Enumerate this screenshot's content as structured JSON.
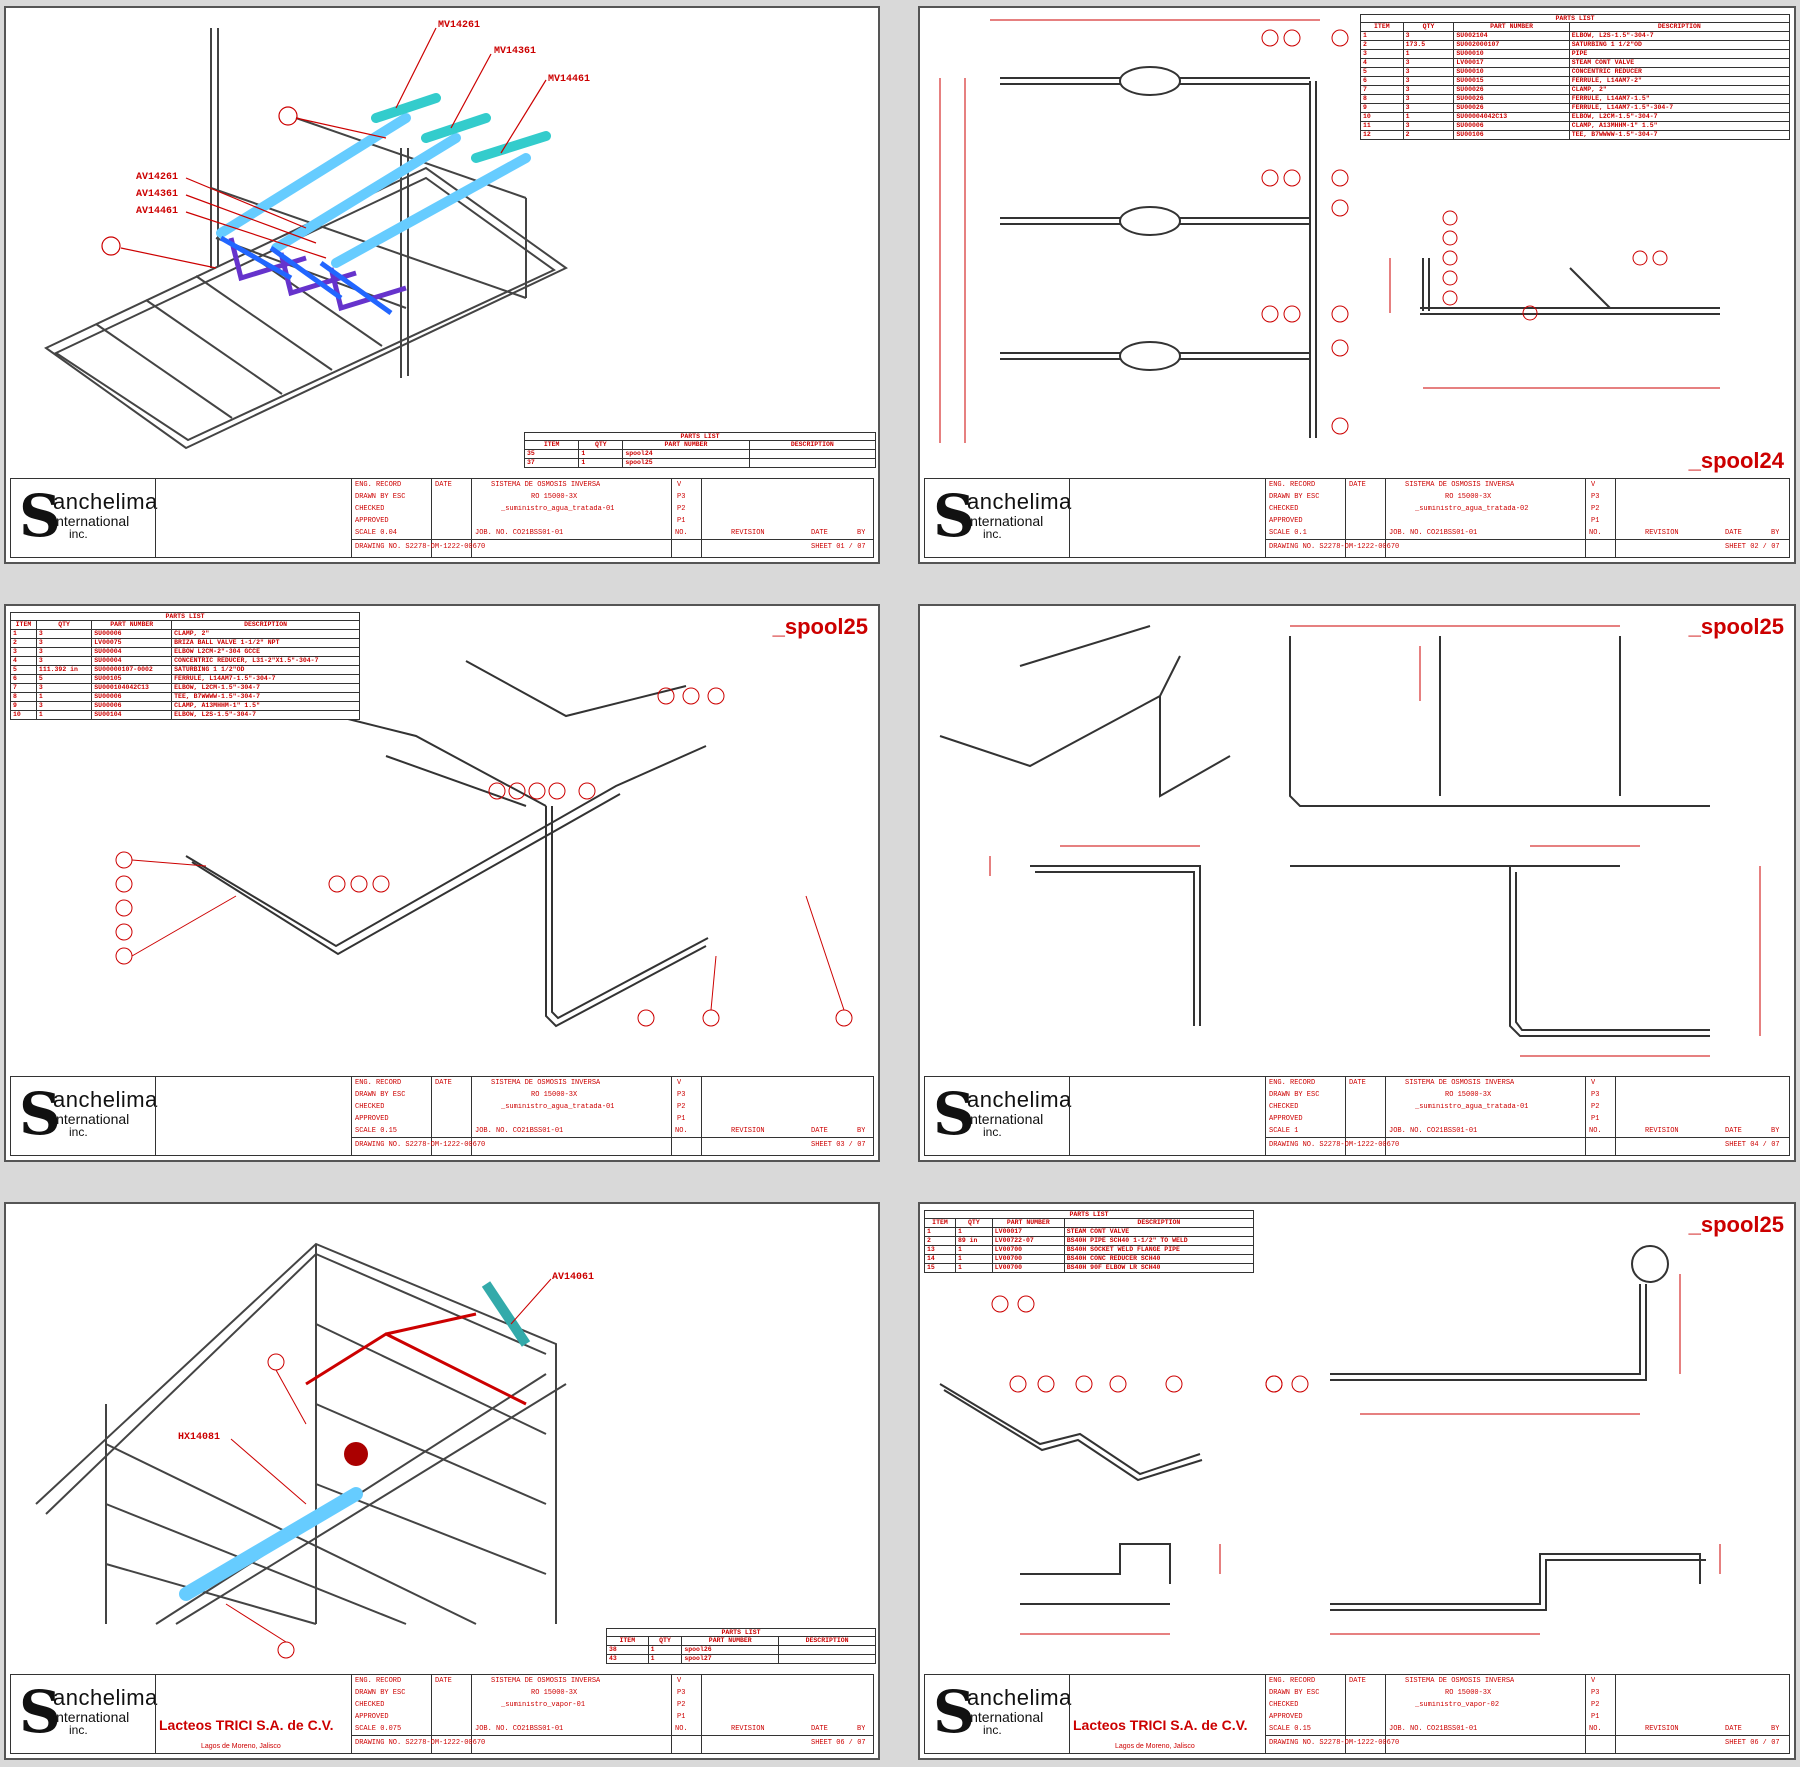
{
  "logo": {
    "letter": "S",
    "line1": "anchelima",
    "line2": "international",
    "line3": "inc."
  },
  "colors": {
    "red": "#cc0000",
    "cyan": "#33cccc",
    "blue": "#3399ff",
    "violet": "#6633cc",
    "frame": "#444444"
  },
  "titleblock": {
    "eng_record": "ENG. RECORD",
    "date": "DATE",
    "drawn_by": "DRAWN BY ESC",
    "checked": "CHECKED",
    "approved": "APPROVED",
    "system": "SISTEMA DE OSMOSIS INVERSA",
    "ro": "RO 15000-3X",
    "job_no": "JOB. NO. CO21BSS01-01",
    "drawing_no": "DRAWING NO. S2278-OM-1222-00670",
    "no": "NO.",
    "revision": "REVISION",
    "by": "BY",
    "rev_marks": [
      "V",
      "P3",
      "P2",
      "P1"
    ]
  },
  "sheets": [
    {
      "id": 1,
      "scale": "SCALE 0.04",
      "subtitle": "_suministro_agua_tratada-01",
      "sheet": "SHEET 01 / 07",
      "spool": "",
      "tags": [
        "MV14261",
        "MV14361",
        "MV14461",
        "AV14261",
        "AV14361",
        "AV14461"
      ],
      "parts": {
        "title": "PARTS LIST",
        "headers": [
          "ITEM",
          "QTY",
          "PART NUMBER",
          "DESCRIPTION"
        ],
        "rows": [
          [
            "35",
            "1",
            "spool24",
            ""
          ],
          [
            "37",
            "1",
            "spool25",
            ""
          ]
        ]
      }
    },
    {
      "id": 2,
      "scale": "SCALE 0.1",
      "subtitle": "_suministro_agua_tratada-02",
      "sheet": "SHEET 02 / 07",
      "spool": "_spool24",
      "parts": {
        "title": "PARTS LIST",
        "headers": [
          "ITEM",
          "QTY",
          "PART NUMBER",
          "DESCRIPTION"
        ],
        "rows": [
          [
            "1",
            "3",
            "SU002104",
            "ELBOW, L2S-1.5\"-304-7"
          ],
          [
            "2",
            "173.5",
            "SU002000107",
            "SATURBING 1 1/2\"OD"
          ],
          [
            "3",
            "1",
            "SU00010",
            "PIPE"
          ],
          [
            "4",
            "3",
            "LV00017",
            "STEAM CONT VALVE"
          ],
          [
            "5",
            "3",
            "SU00010",
            "CONCENTRIC REDUCER"
          ],
          [
            "6",
            "3",
            "SU00015",
            "FERRULE, L14AM7-2\""
          ],
          [
            "7",
            "3",
            "SU00026",
            "CLAMP, 2\""
          ],
          [
            "8",
            "3",
            "SU00026",
            "FERRULE, L14AM7-1.5\""
          ],
          [
            "9",
            "3",
            "SU00026",
            "FERRULE, L14AM7-1.5\"-304-7"
          ],
          [
            "10",
            "1",
            "SU00004042C13",
            "ELBOW, L2CM-1.5\"-304-7"
          ],
          [
            "11",
            "3",
            "SU00006",
            "CLAMP, A13MHHM-1\" 1.5\""
          ],
          [
            "12",
            "2",
            "SU00106",
            "TEE, B7WWWW-1.5\"-304-7"
          ]
        ]
      }
    },
    {
      "id": 3,
      "scale": "SCALE 0.15",
      "subtitle": "_suministro_agua_tratada-01",
      "sheet": "SHEET 03 / 07",
      "spool": "_spool25",
      "parts": {
        "title": "PARTS LIST",
        "headers": [
          "ITEM",
          "QTY",
          "PART NUMBER",
          "DESCRIPTION"
        ],
        "rows": [
          [
            "1",
            "3",
            "SU00006",
            "CLAMP, 2\""
          ],
          [
            "2",
            "3",
            "LV00075",
            "BRIZA BALL VALVE 1-1/2\" NPT"
          ],
          [
            "3",
            "3",
            "SU00004",
            "ELBOW L2CM-2\"-304 GCCE"
          ],
          [
            "4",
            "3",
            "SU00004",
            "CONCENTRIC REDUCER, L31-2\"X1.5\"-304-7"
          ],
          [
            "5",
            "111.392 in",
            "SU00000107-0002",
            "SATURBING 1 1/2\"OD"
          ],
          [
            "6",
            "5",
            "SU00105",
            "FERRULE, L14AM7-1.5\"-304-7"
          ],
          [
            "7",
            "3",
            "SU000104042C13",
            "ELBOW, L2CM-1.5\"-304-7"
          ],
          [
            "8",
            "1",
            "SU00006",
            "TEE, B7WWWW-1.5\"-304-7"
          ],
          [
            "9",
            "3",
            "SU00006",
            "CLAMP, A13MHHM-1\" 1.5\""
          ],
          [
            "10",
            "1",
            "SU00104",
            "ELBOW, L2S-1.5\"-304-7"
          ]
        ]
      }
    },
    {
      "id": 4,
      "scale": "SCALE 1",
      "subtitle": "_suministro_agua_tratada-01",
      "sheet": "SHEET 04 / 07",
      "spool": "_spool25"
    },
    {
      "id": 5,
      "scale": "SCALE 0.075",
      "subtitle": "_suministro_vapor-01",
      "sheet": "SHEET 06 / 07",
      "spool": "",
      "company": "Lacteos TRICI S.A. de C.V.",
      "company_sub": "Lagos de Moreno, Jalisco",
      "tags": [
        "AV14061",
        "HX14081"
      ],
      "parts": {
        "title": "PARTS LIST",
        "headers": [
          "ITEM",
          "QTY",
          "PART NUMBER",
          "DESCRIPTION"
        ],
        "rows": [
          [
            "38",
            "1",
            "spool26",
            ""
          ],
          [
            "43",
            "1",
            "spool27",
            ""
          ]
        ]
      }
    },
    {
      "id": 6,
      "scale": "SCALE 0.15",
      "subtitle": "_suministro_vapor-02",
      "sheet": "SHEET 06 / 07",
      "spool": "_spool25",
      "company": "Lacteos TRICI S.A. de C.V.",
      "company_sub": "Lagos de Moreno, Jalisco",
      "parts": {
        "title": "PARTS LIST",
        "headers": [
          "ITEM",
          "QTY",
          "PART NUMBER",
          "DESCRIPTION"
        ],
        "rows": [
          [
            "1",
            "1",
            "LV00017",
            "STEAM CONT VALVE"
          ],
          [
            "2",
            "89 in",
            "LV00722-07",
            "BS40H PIPE SCH40 1-1/2\" TO WELD"
          ],
          [
            "13",
            "1",
            "LV00700",
            "BS40H SOCKET WELD FLANGE PIPE"
          ],
          [
            "14",
            "1",
            "LV00700",
            "BS40H CONC REDUCER SCH40"
          ],
          [
            "15",
            "1",
            "LV00700",
            "BS40H 90F ELBOW LR SCH40"
          ]
        ]
      }
    }
  ]
}
